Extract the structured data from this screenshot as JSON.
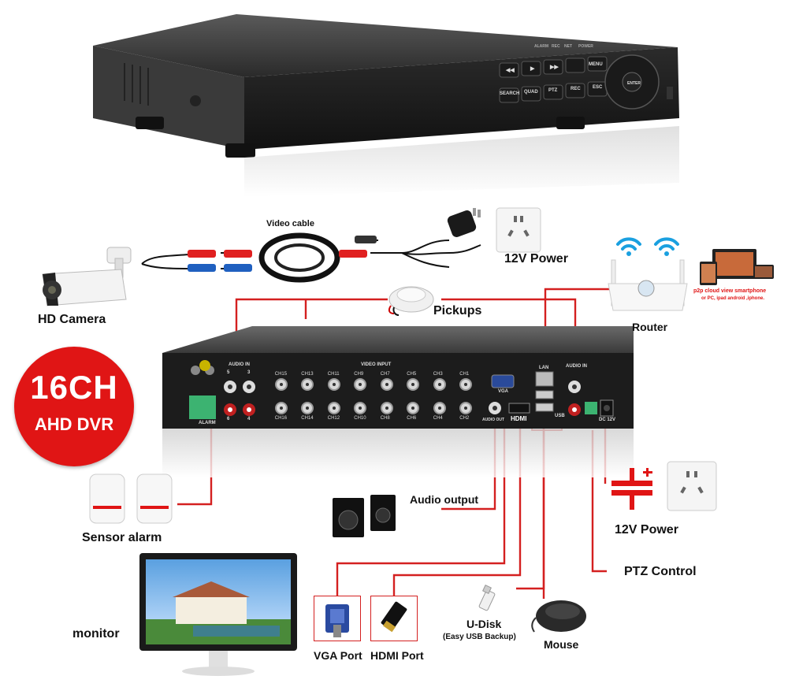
{
  "badge": {
    "line1": "16CH",
    "line2": "AHD DVR",
    "color": "#e01515"
  },
  "labels": {
    "video_cable": "Video cable",
    "power_top": "12V Power",
    "hd_camera": "HD Camera",
    "pickups": "Pickups",
    "router": "Router",
    "p2p_line1": "p2p cloud  view smartphone",
    "p2p_line2": "or PC, ipad android ,iphone.",
    "sensor_alarm": "Sensor alarm",
    "audio_output": "Audio output",
    "power_right": "12V Power",
    "ptz_control": "PTZ Control",
    "monitor": "monitor",
    "vga_port": "VGA Port",
    "hdmi_port": "HDMI Port",
    "udisk": "U-Disk",
    "udisk_sub": "(Easy USB Backup)",
    "mouse": "Mouse"
  },
  "dvr_front": {
    "buttons": [
      "◀◀",
      "▶",
      "▶▶",
      "MENU",
      "SEARCH",
      "QUAD",
      "PTZ",
      "REC",
      "ESC"
    ],
    "leds": [
      "ALARM",
      "REC",
      "NET",
      "POWER"
    ],
    "nav_center": "ENTER"
  },
  "dvr_back": {
    "audio_in_label": "AUDIO IN",
    "video_input_label": "VIDEO INPUT",
    "audio_in_nums": [
      "5",
      "3",
      "6",
      "4"
    ],
    "ch_top": [
      "CH15",
      "CH13",
      "CH11",
      "CH9",
      "CH7",
      "CH5",
      "CH3",
      "CH1"
    ],
    "ch_bottom": [
      "CH16",
      "CH14",
      "CH12",
      "CH10",
      "CH8",
      "CH6",
      "CH4",
      "CH2"
    ],
    "vga": "VGA",
    "audio_out": "AUDIO OUT",
    "hdmi": "HDMI",
    "lan": "LAN",
    "usb": "USB",
    "audio_in_right": "AUDIO IN",
    "dc": "DC 12V",
    "alarm": "ALARM"
  },
  "colors": {
    "wire": "#d42020",
    "accent": "#e01515",
    "cable_red": "#e02020",
    "cable_blue": "#2060c0"
  }
}
